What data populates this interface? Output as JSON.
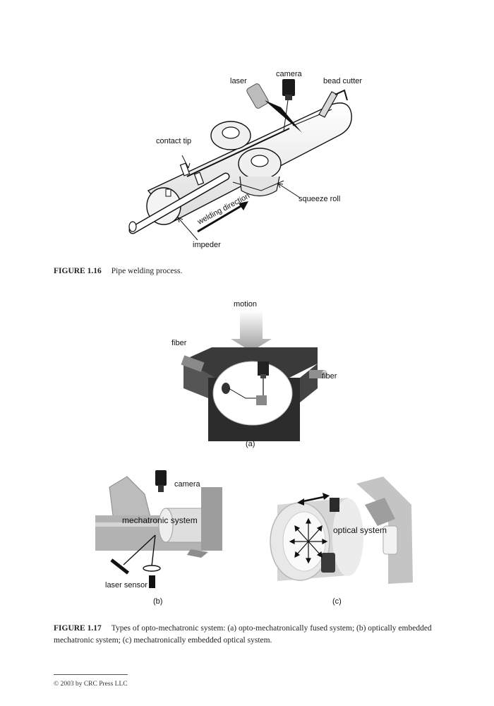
{
  "fig16": {
    "labels": {
      "laser": "laser",
      "camera": "camera",
      "bead_cutter": "bead cutter",
      "contact_tip": "contact tip",
      "squeeze_roll": "squeeze roll",
      "welding_direction": "welding direction",
      "impeder": "impeder"
    },
    "caption_num": "FIGURE 1.16",
    "caption_text": "Pipe welding process."
  },
  "fig17": {
    "a": {
      "motion": "motion",
      "fiber_left": "fiber",
      "fiber_right": "fiber",
      "sublabel": "(a)"
    },
    "b": {
      "camera": "camera",
      "mechatronic_system": "mechatronic system",
      "laser_sensor": "laser sensor",
      "sublabel": "(b)"
    },
    "c": {
      "optical_system": "optical system",
      "sublabel": "(c)"
    },
    "caption_num": "FIGURE 1.17",
    "caption_text": "Types of opto-mechatronic system: (a) opto-mechatronically fused system; (b) optically embedded mechatronic system; (c) mechatronically embedded optical system."
  },
  "footer": {
    "copyright": "© 2003 by CRC Press LLC"
  }
}
